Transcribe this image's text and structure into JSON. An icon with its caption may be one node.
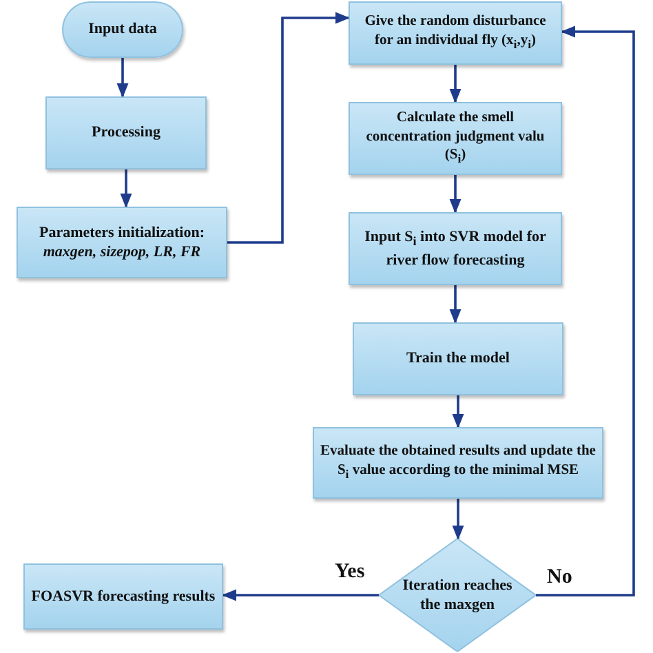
{
  "diagram": {
    "nodes": [
      {
        "text": [
          "Input data"
        ]
      },
      {
        "text": [
          "Processing"
        ]
      },
      {
        "text": [
          "Parameters initialization: *maxgen, sizepop, LR, FR*"
        ]
      },
      {
        "text": [
          "Give the random disturbance for an individual fly (x$_{i}$,y$_{i}$)"
        ]
      },
      {
        "text": [
          "Calculate the smell concentration judgment valu (S$_{i}$)"
        ]
      },
      {
        "text": [
          "Input S$_{i}$ into SVR model for river flow forecasting"
        ]
      },
      {
        "text": [
          "Train the model"
        ]
      },
      {
        "text": [
          "Evaluate the obtained results and update the S$_{i}$ value according to the minimal MSE"
        ]
      },
      {
        "text": [
          "Iteration reaches the maxgen"
        ]
      },
      {
        "text": [
          "FOASVR forecasting results"
        ]
      }
    ],
    "edges": [
      {
        "from": 0,
        "to": 1,
        "arrow": "to"
      },
      {
        "from": 1,
        "to": 2,
        "arrow": "to"
      },
      {
        "from": 2,
        "to": 3,
        "arrow": "to"
      },
      {
        "from": 3,
        "to": 4,
        "arrow": "to"
      },
      {
        "from": 4,
        "to": 5,
        "arrow": "to"
      },
      {
        "from": 5,
        "to": 6,
        "arrow": "to"
      },
      {
        "from": 6,
        "to": 7,
        "arrow": "to"
      },
      {
        "from": 7,
        "to": 8,
        "arrow": "to"
      },
      {
        "from": 8,
        "to": 9,
        "arrow": "to",
        "label": "Yes"
      },
      {
        "from": 8,
        "to": 3,
        "arrow": "to",
        "label": "No"
      }
    ]
  }
}
